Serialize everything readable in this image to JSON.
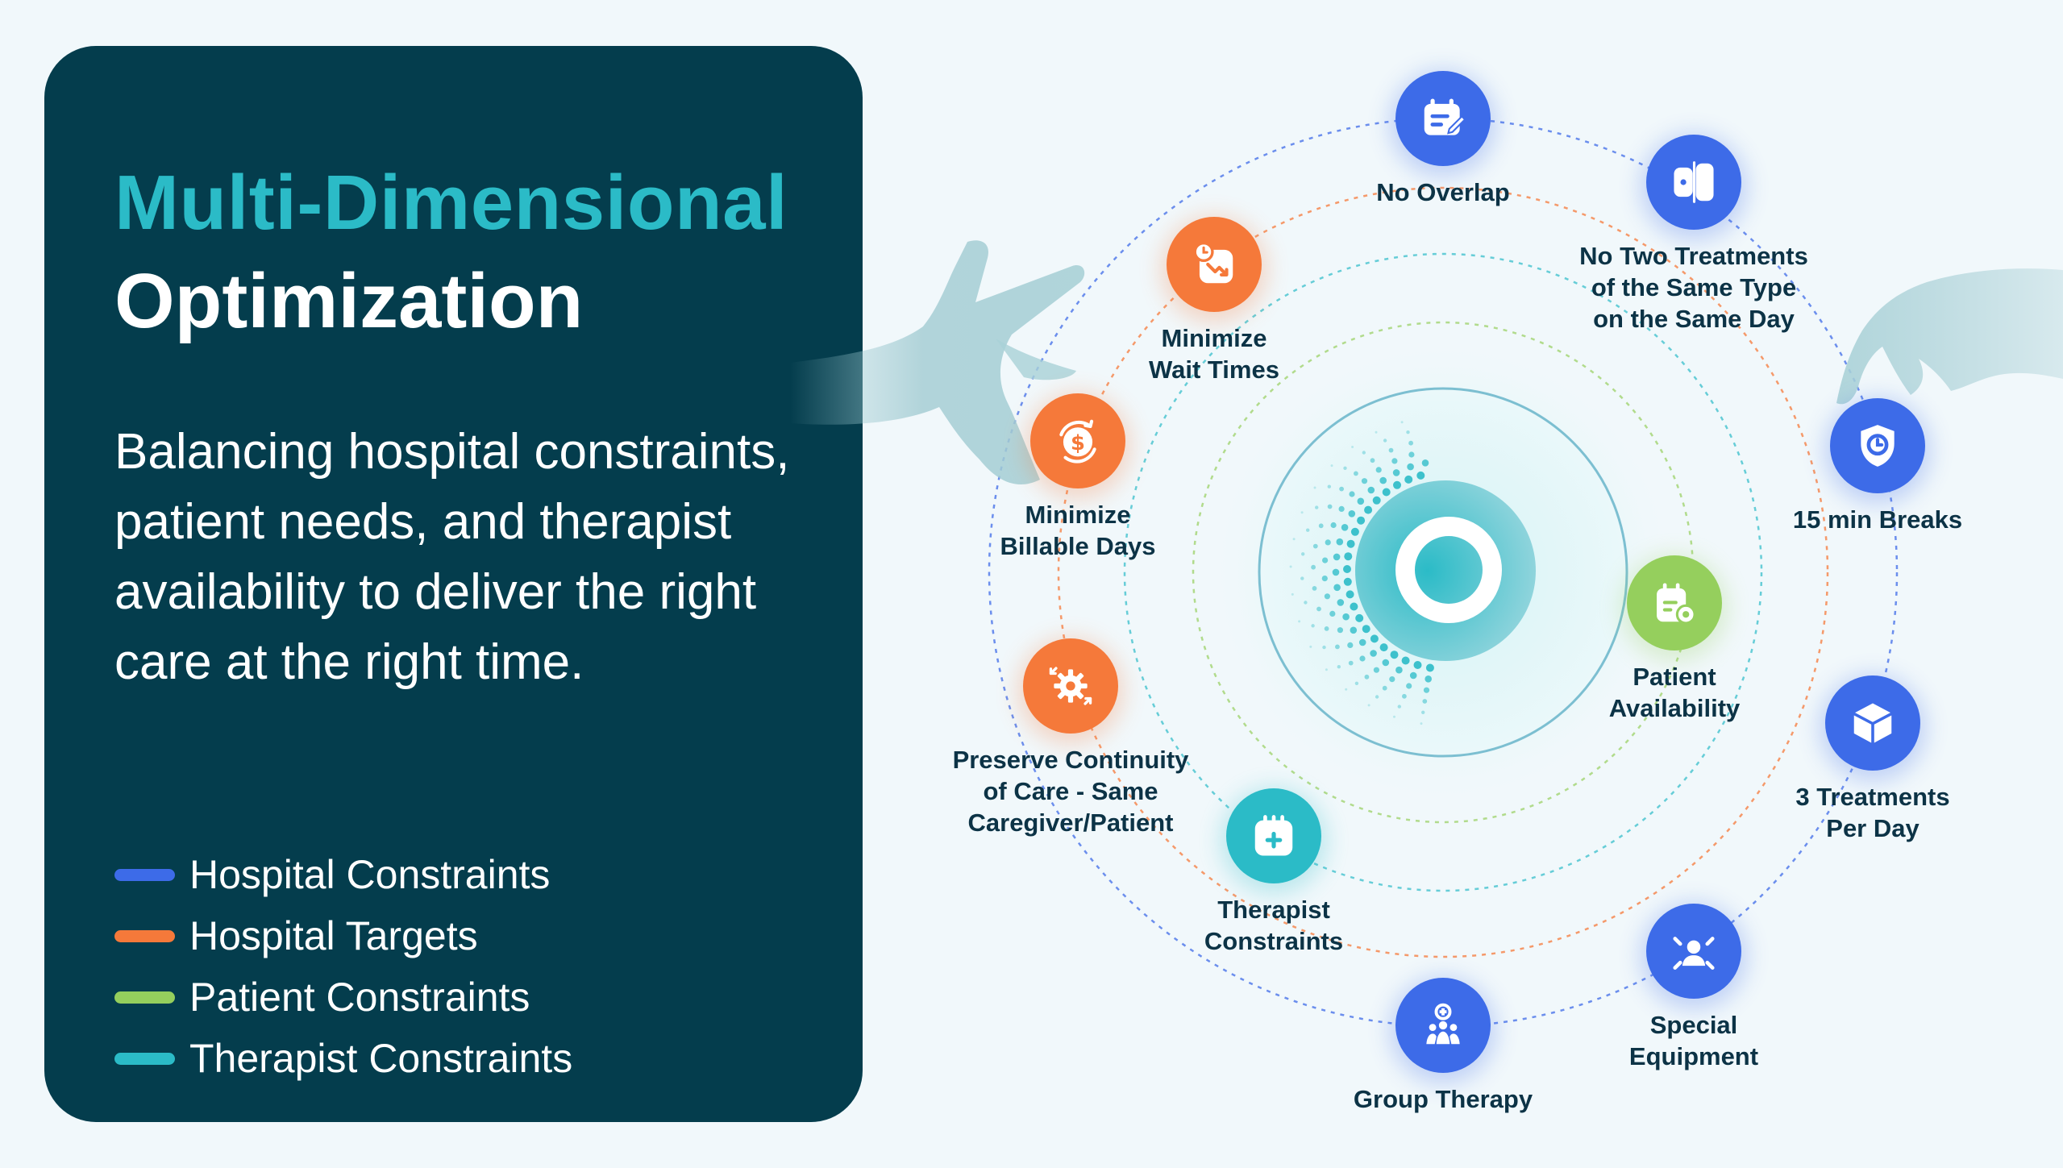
{
  "title": {
    "line1": "Multi-Dimensional",
    "line2": "Optimization"
  },
  "subtitle": "Balancing hospital constraints, patient needs, and therapist availability to deliver the right care at the right time.",
  "colors": {
    "panel": "#043d4d",
    "hospital_constraints": "#3d6be8",
    "hospital_targets": "#f5793a",
    "patient_constraints": "#95cf5d",
    "therapist_constraints": "#2bbbc7"
  },
  "legend": [
    {
      "label": "Hospital Constraints",
      "color": "#3d6be8"
    },
    {
      "label": "Hospital Targets",
      "color": "#f5793a"
    },
    {
      "label": "Patient Constraints",
      "color": "#95cf5d"
    },
    {
      "label": "Therapist Constraints",
      "color": "#2bbbc7"
    }
  ],
  "nodes": {
    "no_overlap": {
      "lines": [
        "No Overlap"
      ],
      "category": "hospital_constraints",
      "icon": "calendar-edit-icon"
    },
    "no_two_treatments": {
      "lines": [
        "No Two Treatments",
        "of the Same Type",
        "on the Same Day"
      ],
      "category": "hospital_constraints",
      "icon": "split-card-icon"
    },
    "breaks": {
      "lines": [
        "15 min Breaks"
      ],
      "category": "hospital_constraints",
      "icon": "shield-clock-icon"
    },
    "three_treatments": {
      "lines": [
        "3 Treatments",
        "Per Day"
      ],
      "category": "hospital_constraints",
      "icon": "cube-icon"
    },
    "special_equipment": {
      "lines": [
        "Special",
        "Equipment"
      ],
      "category": "hospital_constraints",
      "icon": "person-focus-icon"
    },
    "group_therapy": {
      "lines": [
        "Group Therapy"
      ],
      "category": "hospital_constraints",
      "icon": "group-plus-icon"
    },
    "wait_times": {
      "lines": [
        "Minimize",
        "Wait Times"
      ],
      "category": "hospital_targets",
      "icon": "clock-trend-down-icon"
    },
    "billable_days": {
      "lines": [
        "Minimize",
        "Billable Days"
      ],
      "category": "hospital_targets",
      "icon": "dollar-refresh-icon"
    },
    "continuity": {
      "lines": [
        "Preserve Continuity",
        "of Care - Same",
        "Caregiver/Patient"
      ],
      "category": "hospital_targets",
      "icon": "gear-arrows-icon"
    },
    "patient": {
      "lines": [
        "Patient",
        "Availability"
      ],
      "category": "patient_constraints",
      "icon": "calendar-check-icon"
    },
    "therapist": {
      "lines": [
        "Therapist",
        "Constraints"
      ],
      "category": "therapist_constraints",
      "icon": "medical-calendar-icon"
    }
  }
}
